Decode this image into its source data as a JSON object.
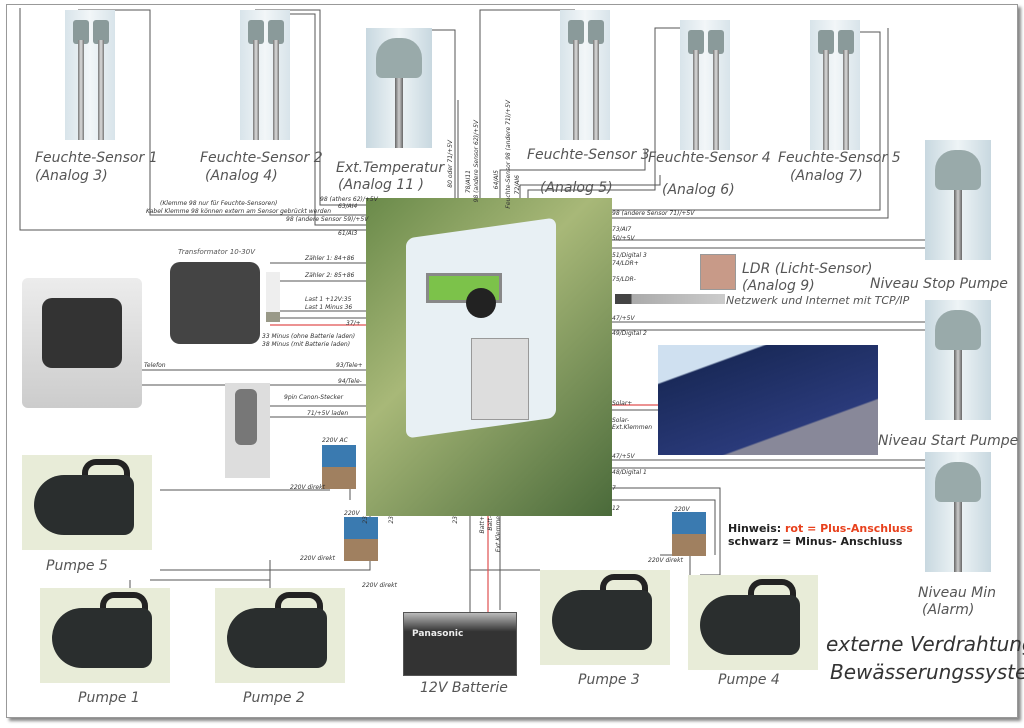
{
  "title": {
    "line1": "externe Verdrahtung",
    "line2": "Bewässerungssystem"
  },
  "sensors": [
    {
      "name": "Feuchte-Sensor 1",
      "analog": "(Analog 3)"
    },
    {
      "name": "Feuchte-Sensor 2",
      "analog": "(Analog 4)"
    },
    {
      "name": "Ext.Temperatur",
      "analog": "(Analog 11 )"
    },
    {
      "name": "Feuchte-Sensor 3",
      "analog": "(Analog 5)"
    },
    {
      "name": "Feuchte-Sensor 4",
      "analog": "(Analog 6)"
    },
    {
      "name": "Feuchte-Sensor 5",
      "analog": "(Analog 7)"
    }
  ],
  "levels": {
    "stop": "Niveau Stop Pumpe",
    "start": "Niveau Start Pumpe",
    "min1": "Niveau Min",
    "min2": "(Alarm)"
  },
  "ldr": {
    "name": "LDR (Licht-Sensor)",
    "analog": "(Analog 9)"
  },
  "network": "Netzwerk und Internet mit TCP/IP",
  "pumps": [
    "Pumpe 5",
    "Pumpe 1",
    "Pumpe 2",
    "Pumpe 3",
    "Pumpe 4"
  ],
  "battery": "12V Batterie",
  "battery_brand": "Panasonic",
  "transformer": "Transformator 10-30V",
  "notes": {
    "n1": "(Klemme 98 nur für Feuchte-Sensoren)",
    "n2": "Kabel Klemme 98 können extern am Sensor gebrückt werden"
  },
  "hint": {
    "label": "Hinweis:",
    "red": "rot = Plus-Anschluss",
    "black": "schwarz = Minus- Anschluss",
    "red_color": "#e8401c"
  },
  "left_terms": [
    "98 (athers 62)/+5V",
    "63/AI4",
    "98 (andere Sensor 59)/+5V",
    "61/AI3",
    "Zähler 1: 84+86",
    "Zähler 2: 85+86",
    "Last 1 +12V:35",
    "Last 1 Minus 36",
    "37/+",
    "33 Minus (ohne Batterie laden)",
    "38 Minus (mit Batterie laden)",
    "93/Tele+",
    "94/Tele-",
    "9pin Canon-Stecker",
    "71/+5V laden",
    "220V AC",
    "220V direkt",
    "220V",
    "220V direkt",
    "220V direkt",
    "Telefon"
  ],
  "top_terms": [
    "80 oder 71/+5V",
    "78/AI11",
    "98 (andere Sensor 62)/+5V",
    "64/AI5",
    "Feuchte-Sensor 98 (andere 71)/+5V",
    "72/AI6"
  ],
  "right_terms": [
    "98 (andere Sensor 71)/+5V",
    "73/AI7",
    "50/+5V",
    "51/Digital 3",
    "74/LDR+",
    "75/LDR-",
    "47/+5V",
    "49/Digital 2",
    "Solar+",
    "Solar-",
    "Ext.Klemmen",
    "47/+5V",
    "48/Digital 1",
    "7",
    "12",
    "220V",
    "220V direkt"
  ],
  "bottom_terms": [
    "23",
    "23",
    "23",
    "Batt+",
    "Batt-",
    "Ext.Klemme"
  ]
}
